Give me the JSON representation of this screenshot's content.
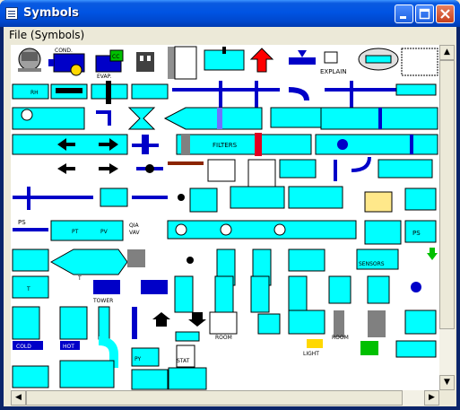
{
  "window": {
    "title": "Symbols"
  },
  "menu": {
    "file_label": "File (Symbols)"
  },
  "labels": {
    "cond": "COND.",
    "evap": "EVAP.",
    "cc": "CC",
    "explain": "EXPLAIN",
    "filters": "FILTERS",
    "ps1": "PS",
    "ps2": "PS",
    "pt": "PT",
    "pv": "PV",
    "qia": "QIA",
    "vav": "VAV",
    "sensors": "SENSORS",
    "t1": "T",
    "t2": "T",
    "tower": "TOWER",
    "room1": "ROOM",
    "room2": "ROOM",
    "cold": "COLD",
    "hot": "HOT",
    "py": "PY",
    "stat": "STAT",
    "light": "LIGHT",
    "rh": "RH"
  },
  "colors": {
    "pipe": "#00ffff",
    "line": "#0000c8",
    "red": "#ff0000",
    "green": "#00c000"
  }
}
